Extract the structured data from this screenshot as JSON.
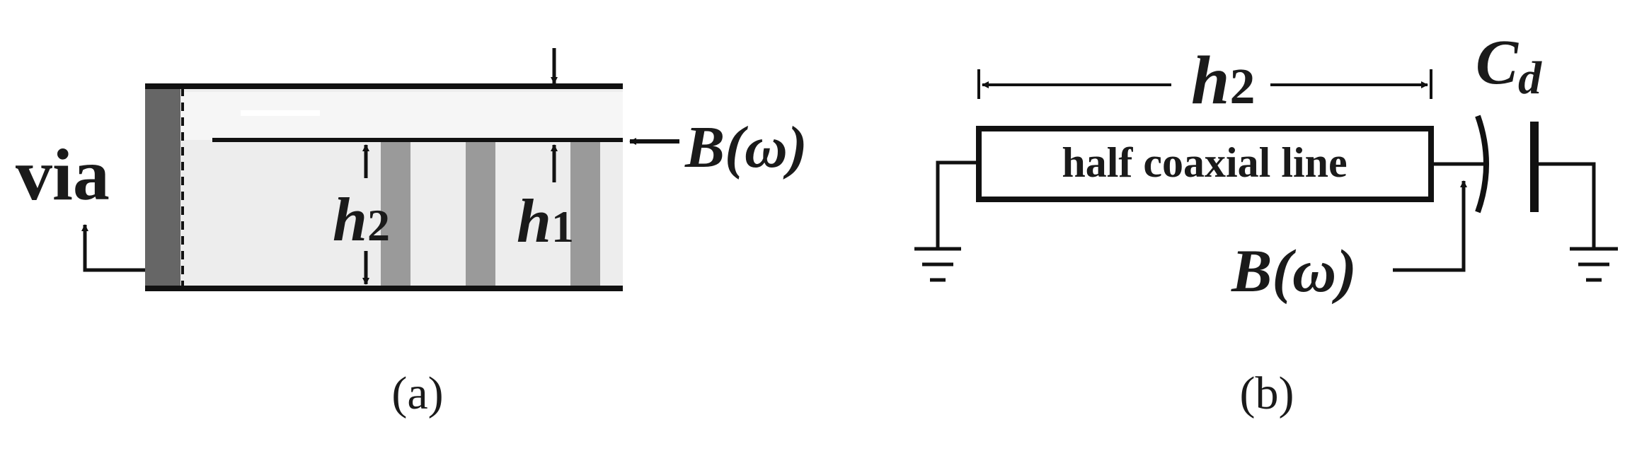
{
  "panel_a": {
    "via_label": "via",
    "b_omega_label": "B(ω)",
    "h2_symbol": "h",
    "h2_subscript": "2",
    "h1_symbol": "h",
    "h1_subscript": "1",
    "caption": "(a)"
  },
  "panel_b": {
    "h2_symbol": "h",
    "h2_subscript": "2",
    "cd_symbol": "C",
    "cd_subscript": "d",
    "box_label": "half coaxial line",
    "b_omega_label": "B(ω)",
    "caption": "(b)"
  },
  "colors": {
    "line": "#111111",
    "via": "#666666",
    "cavity_fill": "#ededed",
    "post_fill": "#9a9a9a"
  }
}
